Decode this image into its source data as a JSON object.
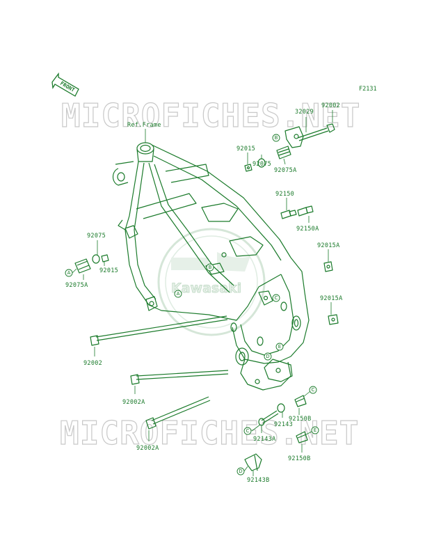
{
  "page_code": "F2131",
  "front_label": "FRONT",
  "ref_frame": "Ref.Frame",
  "watermark": "MICROFICHES.NET",
  "logo_text": "Kawasaki",
  "callouts": [
    "A",
    "B",
    "C",
    "D",
    "E"
  ],
  "parts": [
    "32029",
    "92002",
    "92015",
    "92075A",
    "92075",
    "92150",
    "92150A",
    "92075",
    "92015",
    "92075A",
    "92015A",
    "92015A",
    "92002",
    "92002A",
    "92002A",
    "92150B",
    "92143",
    "92143A",
    "92150B",
    "92143B"
  ],
  "colors": {
    "line": "#1a7a2a",
    "watermark": "#c8c8c8"
  }
}
